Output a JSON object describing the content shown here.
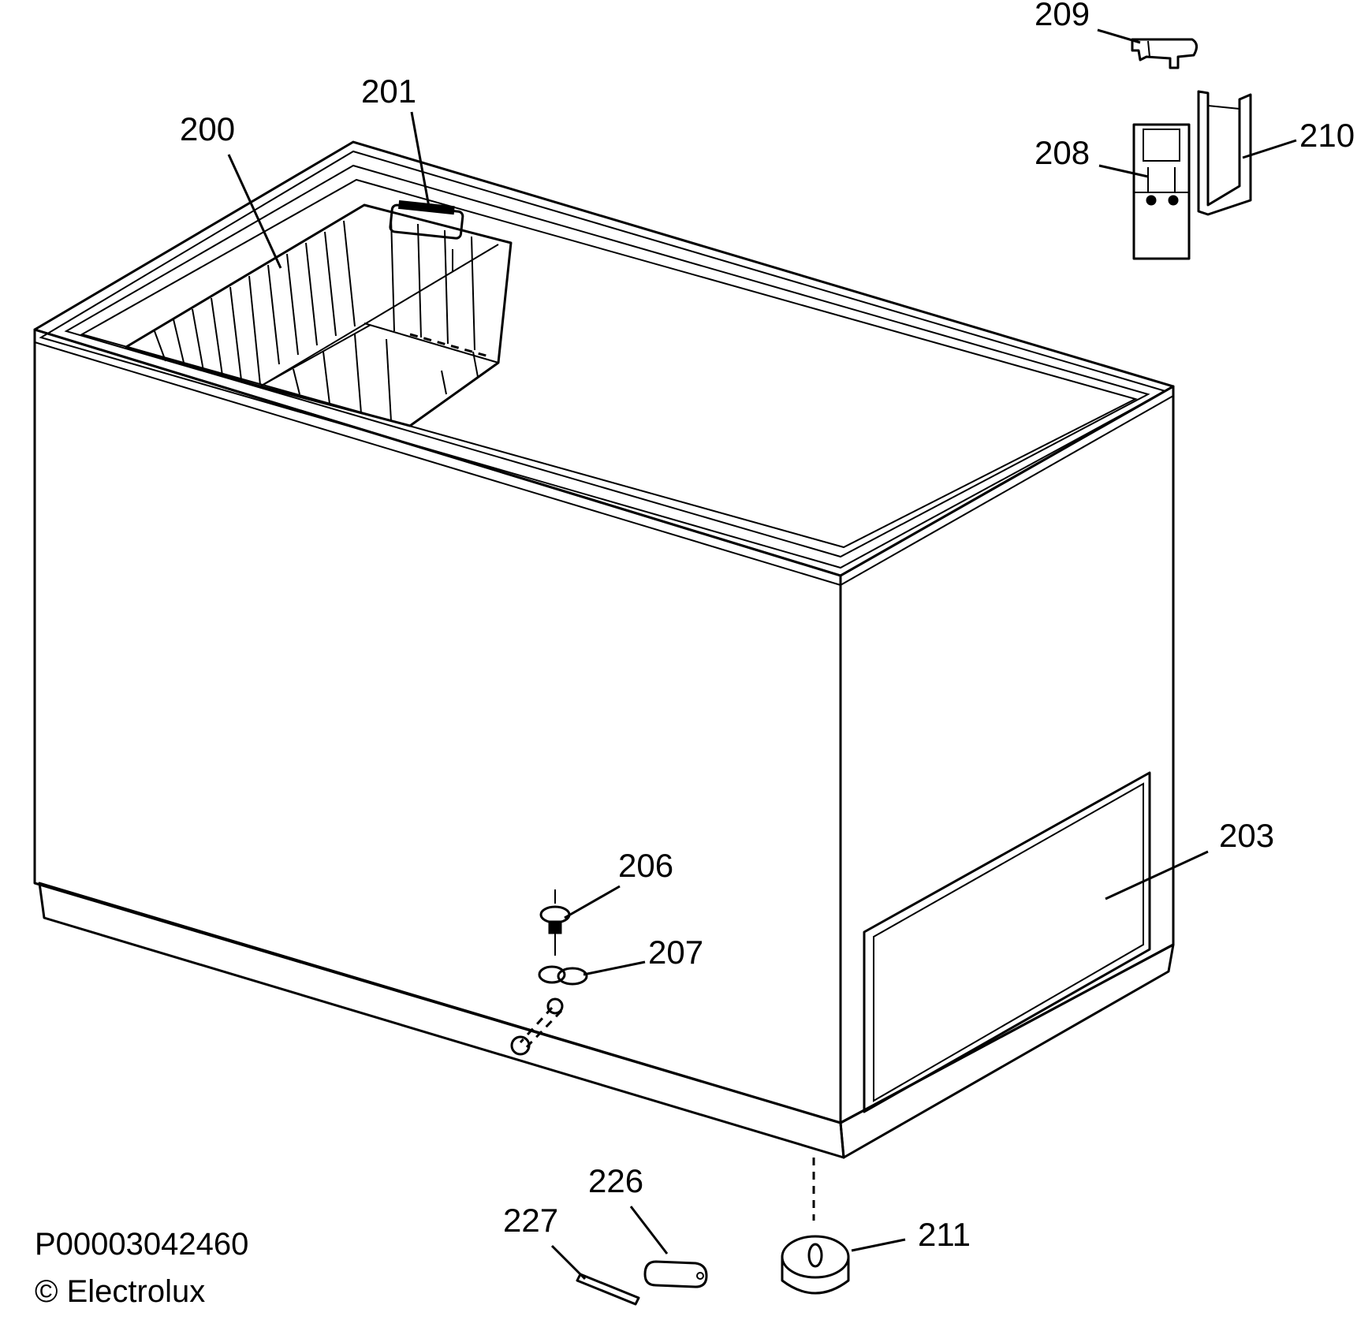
{
  "diagram": {
    "callouts": [
      {
        "id": "200",
        "label": "200"
      },
      {
        "id": "201",
        "label": "201"
      },
      {
        "id": "203",
        "label": "203"
      },
      {
        "id": "206",
        "label": "206"
      },
      {
        "id": "207",
        "label": "207"
      },
      {
        "id": "208",
        "label": "208"
      },
      {
        "id": "209",
        "label": "209"
      },
      {
        "id": "210",
        "label": "210"
      },
      {
        "id": "211",
        "label": "211"
      },
      {
        "id": "226",
        "label": "226"
      },
      {
        "id": "227",
        "label": "227"
      }
    ]
  },
  "footer": {
    "part_code": "P00003042460",
    "copyright": "© Electrolux"
  }
}
